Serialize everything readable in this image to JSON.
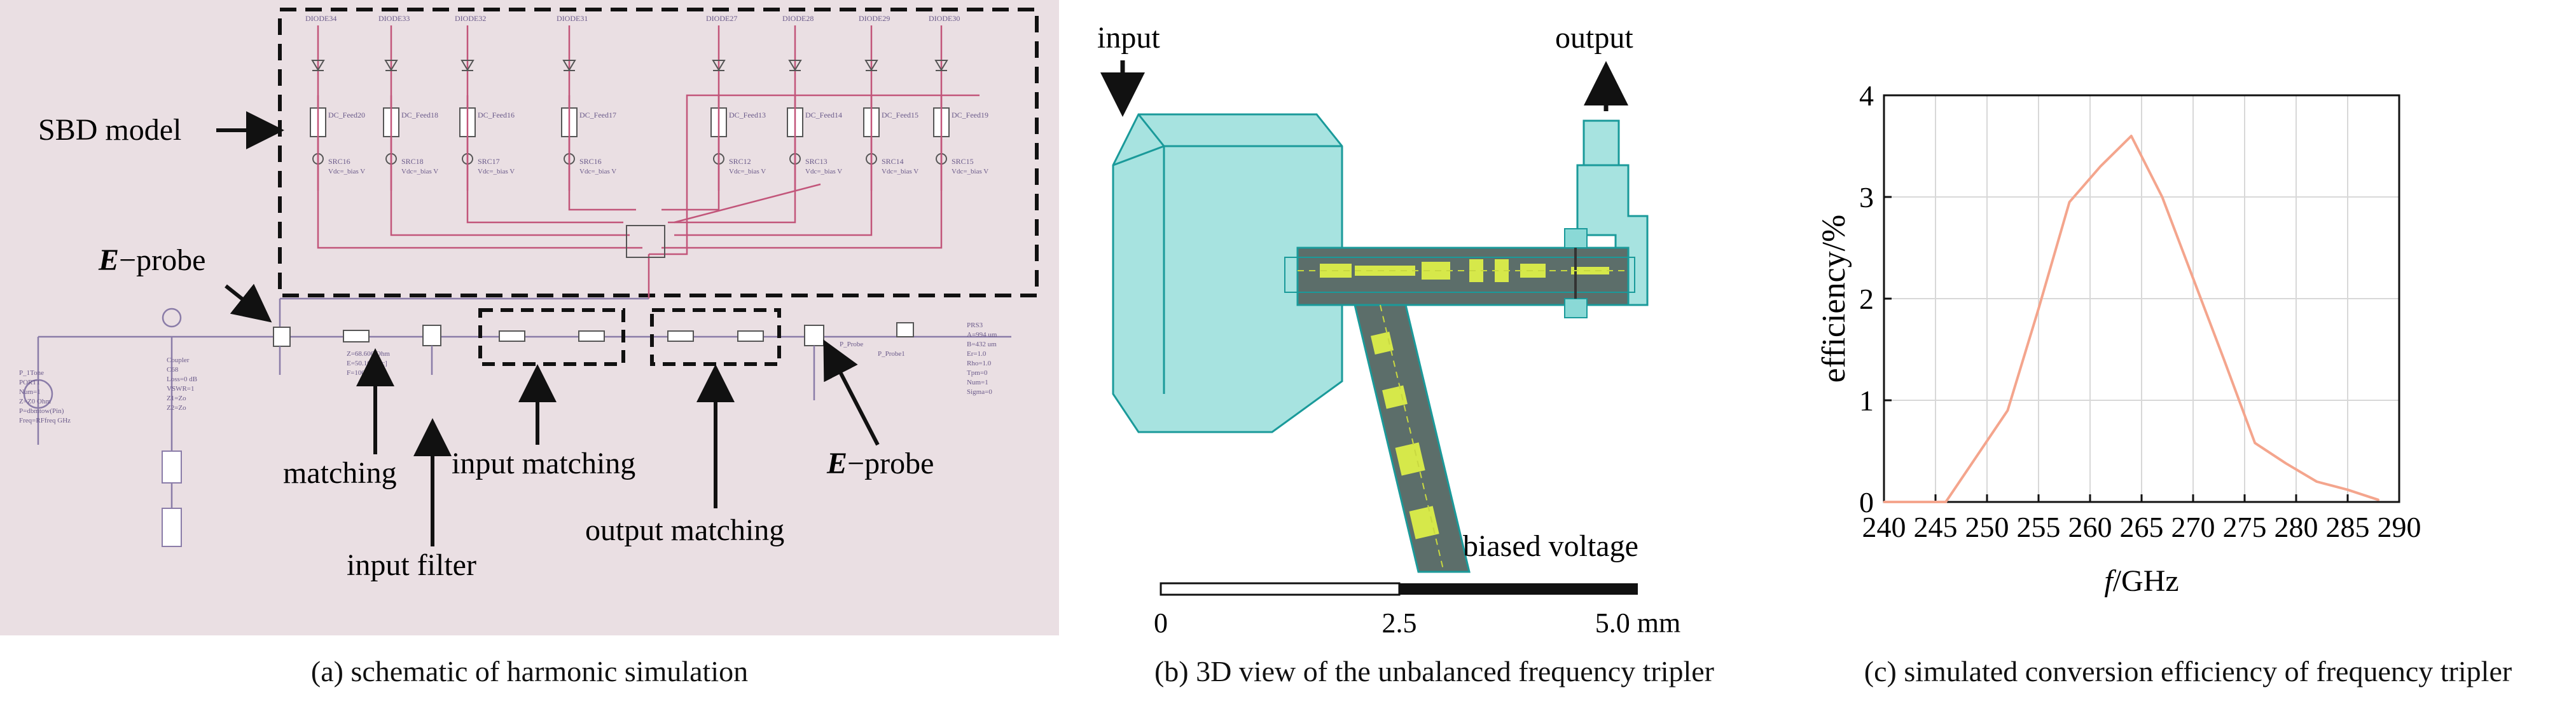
{
  "panel_a": {
    "caption": "(a) schematic of harmonic simulation",
    "labels": {
      "sbd_model": "SBD model",
      "e_probe_left_letter": "E",
      "e_probe_left_suffix": "−probe",
      "e_probe_right_letter": "E",
      "e_probe_right_suffix": "−probe",
      "matching": "matching",
      "input_filter": "input filter",
      "input_matching": "input matching",
      "output_matching": "output matching"
    },
    "diode_names": [
      "DIODE34",
      "DIODE33",
      "DIODE32",
      "DIODE31",
      "DIODE27",
      "DIODE28",
      "DIODE29",
      "DIODE30"
    ],
    "dc_feeds": [
      "DC_Feed20",
      "DC_Feed18",
      "DC_Feed16",
      "DC_Feed17",
      "DC_Feed13",
      "DC_Feed14",
      "DC_Feed15",
      "DC_Feed19"
    ],
    "src_names": [
      "SRC16",
      "SRC18",
      "SRC17",
      "SRC16",
      "SRC12",
      "SRC13",
      "SRC14",
      "SRC15"
    ],
    "vdc_label": "Vdc=_bias V"
  },
  "panel_b": {
    "caption": "(b) 3D view of the unbalanced frequency tripler",
    "labels": {
      "input": "input",
      "output": "output",
      "biased_voltage": "biased voltage"
    },
    "scale_bar": {
      "ticks": [
        "0",
        "2.5",
        "5.0 mm"
      ]
    }
  },
  "panel_c": {
    "caption": "(c) simulated conversion efficiency of frequency tripler",
    "chart_data": {
      "type": "line",
      "title": "",
      "xlabel_italic": "f",
      "xlabel_rest": "/GHz",
      "ylabel": "efficiency/%",
      "xlim": [
        240,
        290
      ],
      "ylim": [
        0,
        4
      ],
      "xticks": [
        "240",
        "245",
        "250",
        "255",
        "260",
        "265",
        "270",
        "275",
        "280",
        "285",
        "290"
      ],
      "yticks": [
        "0",
        "1",
        "2",
        "3",
        "4"
      ],
      "grid": true,
      "series": [
        {
          "color": "#f4a58d",
          "x": [
            240,
            246,
            249,
            252,
            255,
            258,
            261,
            264,
            267,
            270,
            273,
            276,
            279,
            282,
            285,
            288
          ],
          "y": [
            0,
            0,
            0.45,
            0.9,
            1.9,
            2.95,
            3.3,
            3.6,
            3.0,
            2.2,
            1.4,
            0.58,
            0.38,
            0.2,
            0.12,
            0.02
          ]
        }
      ]
    }
  }
}
